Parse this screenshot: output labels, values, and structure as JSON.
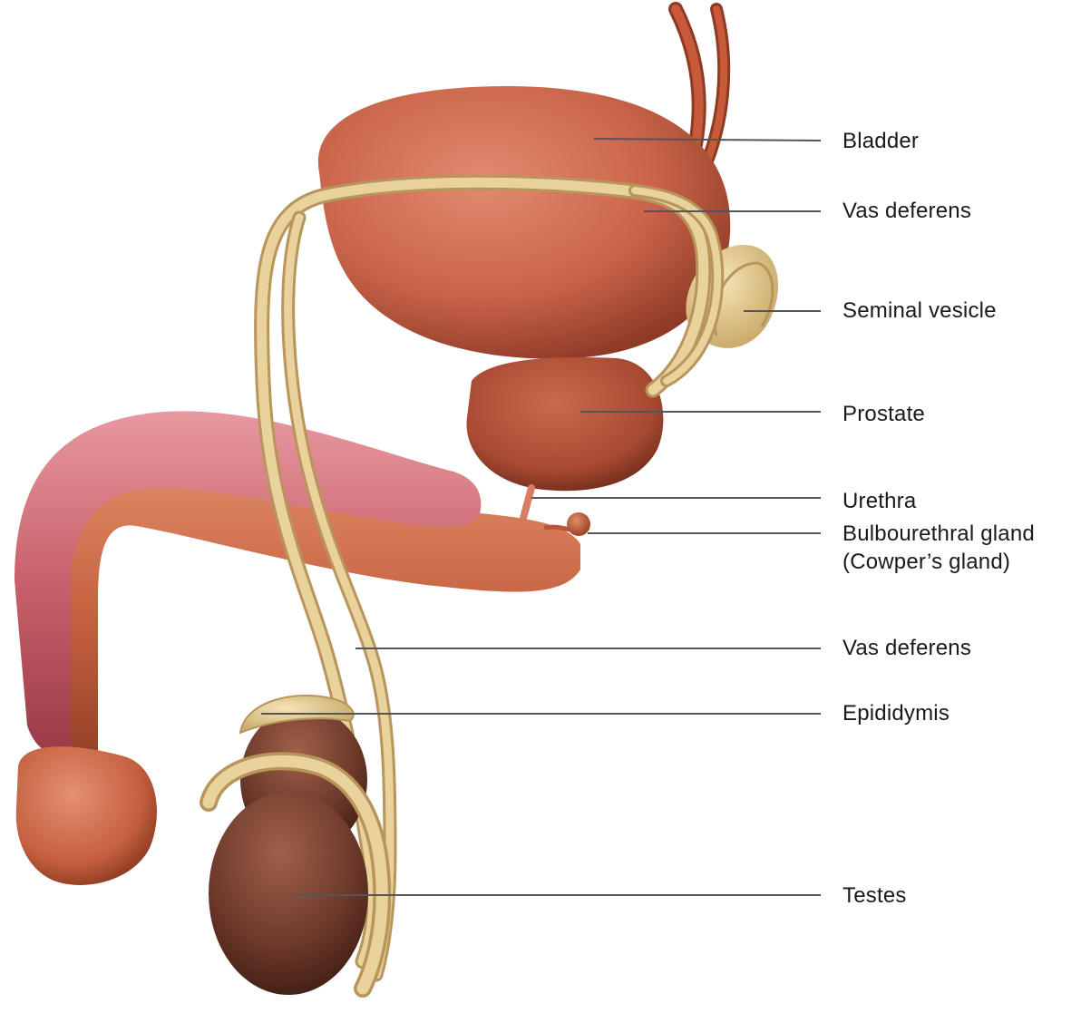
{
  "colors": {
    "background": "#ffffff",
    "label_text": "#1a1a1a",
    "leader_line": "#555555",
    "bladder": "#c9644a",
    "prostate": "#a84a32",
    "penis_shaft": "#c4603f",
    "corpus": "#c7606a",
    "vas_deferens": "#e3c78c",
    "seminal_vesicle": "#e6cd94",
    "testes": "#6e3a2b",
    "epididymis": "#e6cd94"
  },
  "labels": {
    "bladder": "Bladder",
    "vas_deferens_upper": "Vas deferens",
    "seminal_vesicle": "Seminal vesicle",
    "prostate": "Prostate",
    "urethra": "Urethra",
    "bulbourethral_line1": "Bulbourethral gland",
    "bulbourethral_line2": "(Cowper’s gland)",
    "vas_deferens_lower": "Vas deferens",
    "epididymis": "Epididymis",
    "testes": "Testes"
  }
}
